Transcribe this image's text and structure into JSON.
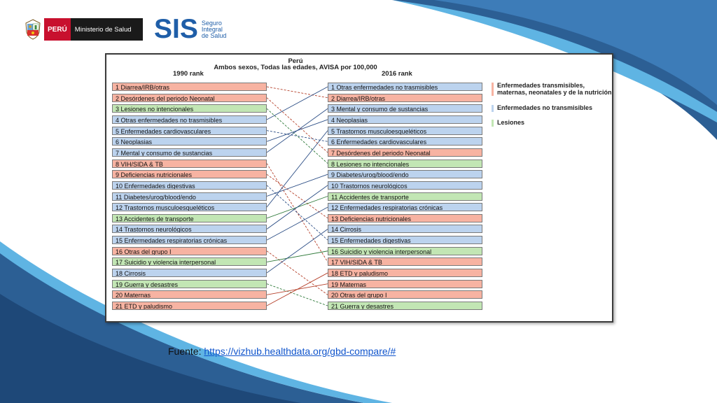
{
  "header": {
    "peru_label": "PERÚ",
    "ministry_label": "Ministerio de Salud",
    "sis_word": "SIS",
    "sis_sub": [
      "Seguro",
      "Integral",
      "de Salud"
    ]
  },
  "chart": {
    "title_line1": "Perú",
    "title_line2": "Ambos sexos, Todas las edades, AVISA por 100,000",
    "left_header": "1990 rank",
    "right_header": "2016 rank"
  },
  "colors": {
    "communicable": "#f7b3a2",
    "ncd": "#bcd3ee",
    "injuries": "#c2e6b4",
    "line_communicable": "#b5402a",
    "line_ncd": "#2d4f86",
    "line_injuries": "#2f7a3a"
  },
  "chart_data": {
    "type": "rank-comparison",
    "left": [
      {
        "rank": 1,
        "label": "1 Diarrea/IRB/otras",
        "cat": "communicable"
      },
      {
        "rank": 2,
        "label": "2 Desórdenes del periodo Neonatal",
        "cat": "communicable"
      },
      {
        "rank": 3,
        "label": "3 Lesiones no intencionales",
        "cat": "injuries"
      },
      {
        "rank": 4,
        "label": "4 Otras enfermedades no trasmisibles",
        "cat": "ncd"
      },
      {
        "rank": 5,
        "label": "5 Enfermedades cardiovasculares",
        "cat": "ncd"
      },
      {
        "rank": 6,
        "label": "6 Neoplasias",
        "cat": "ncd"
      },
      {
        "rank": 7,
        "label": "7 Mental y consumo de sustancias",
        "cat": "ncd"
      },
      {
        "rank": 8,
        "label": "8 VIH/SIDA & TB",
        "cat": "communicable"
      },
      {
        "rank": 9,
        "label": "9 Deficiencias nutricionales",
        "cat": "communicable"
      },
      {
        "rank": 10,
        "label": "10 Enfermedades digestivas",
        "cat": "ncd"
      },
      {
        "rank": 11,
        "label": "11 Diabetes/urog/blood/endo",
        "cat": "ncd"
      },
      {
        "rank": 12,
        "label": "12 Trastornos musculoesqueléticos",
        "cat": "ncd"
      },
      {
        "rank": 13,
        "label": "13 Accidentes de transporte",
        "cat": "injuries"
      },
      {
        "rank": 14,
        "label": "14 Trastornos neurológicos",
        "cat": "ncd"
      },
      {
        "rank": 15,
        "label": "15 Enfermedades respiratorias crónicas",
        "cat": "ncd"
      },
      {
        "rank": 16,
        "label": "16 Otras del grupo I",
        "cat": "communicable"
      },
      {
        "rank": 17,
        "label": "17 Suicidio y violencia interpersonal",
        "cat": "injuries"
      },
      {
        "rank": 18,
        "label": "18 Cirrosis",
        "cat": "ncd"
      },
      {
        "rank": 19,
        "label": "19 Guerra y desastres",
        "cat": "injuries"
      },
      {
        "rank": 20,
        "label": "20 Maternas",
        "cat": "communicable"
      },
      {
        "rank": 21,
        "label": "21 ETD y paludismo",
        "cat": "communicable"
      }
    ],
    "right": [
      {
        "rank": 1,
        "label": "1 Otras enfermedades no trasmisibles",
        "cat": "ncd"
      },
      {
        "rank": 2,
        "label": "2 Diarrea/IRB/otras",
        "cat": "communicable"
      },
      {
        "rank": 3,
        "label": "3 Mental y consumo de sustancias",
        "cat": "ncd"
      },
      {
        "rank": 4,
        "label": "4 Neoplasias",
        "cat": "ncd"
      },
      {
        "rank": 5,
        "label": "5 Trastornos musculoesqueléticos",
        "cat": "ncd"
      },
      {
        "rank": 6,
        "label": "6 Enfermedades cardiovasculares",
        "cat": "ncd"
      },
      {
        "rank": 7,
        "label": "7 Desórdenes del periodo Neonatal",
        "cat": "communicable"
      },
      {
        "rank": 8,
        "label": "8 Lesiones no intencionales",
        "cat": "injuries"
      },
      {
        "rank": 9,
        "label": "9 Diabetes/urog/blood/endo",
        "cat": "ncd"
      },
      {
        "rank": 10,
        "label": "10 Trastornos neurológicos",
        "cat": "ncd"
      },
      {
        "rank": 11,
        "label": "11 Accidentes de transporte",
        "cat": "injuries"
      },
      {
        "rank": 12,
        "label": "12 Enfermedades respiratorias crónicas",
        "cat": "ncd"
      },
      {
        "rank": 13,
        "label": "13 Deficiencias nutricionales",
        "cat": "communicable"
      },
      {
        "rank": 14,
        "label": "14 Cirrosis",
        "cat": "ncd"
      },
      {
        "rank": 15,
        "label": "15 Enfermedades digestivas",
        "cat": "ncd"
      },
      {
        "rank": 16,
        "label": "16 Suicidio y violencia interpersonal",
        "cat": "injuries"
      },
      {
        "rank": 17,
        "label": "17 VIH/SIDA & TB",
        "cat": "communicable"
      },
      {
        "rank": 18,
        "label": "18 ETD y paludismo",
        "cat": "communicable"
      },
      {
        "rank": 19,
        "label": "19 Maternas",
        "cat": "communicable"
      },
      {
        "rank": 20,
        "label": "20 Otras del grupo I",
        "cat": "communicable"
      },
      {
        "rank": 21,
        "label": "21 Guerra y desastres",
        "cat": "injuries"
      }
    ],
    "links": [
      {
        "from": 1,
        "to": 2,
        "style": "dashed"
      },
      {
        "from": 2,
        "to": 7,
        "style": "dashed"
      },
      {
        "from": 3,
        "to": 8,
        "style": "dashed"
      },
      {
        "from": 4,
        "to": 1,
        "style": "solid"
      },
      {
        "from": 5,
        "to": 6,
        "style": "dashed"
      },
      {
        "from": 6,
        "to": 4,
        "style": "solid"
      },
      {
        "from": 7,
        "to": 3,
        "style": "solid"
      },
      {
        "from": 8,
        "to": 17,
        "style": "dashed"
      },
      {
        "from": 9,
        "to": 13,
        "style": "dashed"
      },
      {
        "from": 10,
        "to": 15,
        "style": "dashed"
      },
      {
        "from": 11,
        "to": 9,
        "style": "solid"
      },
      {
        "from": 12,
        "to": 5,
        "style": "solid"
      },
      {
        "from": 13,
        "to": 11,
        "style": "solid"
      },
      {
        "from": 14,
        "to": 10,
        "style": "solid"
      },
      {
        "from": 15,
        "to": 12,
        "style": "solid"
      },
      {
        "from": 16,
        "to": 20,
        "style": "dashed"
      },
      {
        "from": 17,
        "to": 16,
        "style": "solid"
      },
      {
        "from": 18,
        "to": 14,
        "style": "solid"
      },
      {
        "from": 19,
        "to": 21,
        "style": "dashed"
      },
      {
        "from": 20,
        "to": 19,
        "style": "solid"
      },
      {
        "from": 21,
        "to": 18,
        "style": "solid"
      }
    ],
    "legend": [
      {
        "label": "Enfermedades transmisibles, maternas, neonatales y de la nutrición",
        "cat": "communicable"
      },
      {
        "label": "Enfermedades no transmisibles",
        "cat": "ncd"
      },
      {
        "label": "Lesiones",
        "cat": "injuries"
      }
    ]
  },
  "footer": {
    "source_label": "Fuente: ",
    "source_url": "https://vizhub.healthdata.org/gbd-compare/#"
  }
}
